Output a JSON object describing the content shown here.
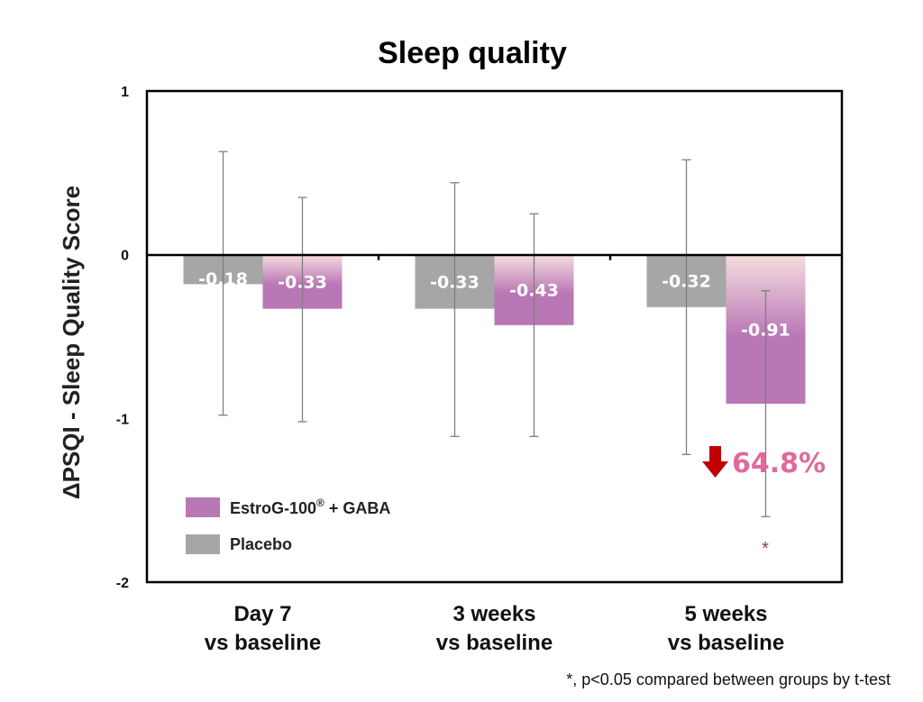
{
  "chart_data": {
    "type": "bar",
    "title": "Sleep quality",
    "ylabel": "ΔPSQI - Sleep Quality Score",
    "ylim": [
      -2,
      1
    ],
    "yticks": [
      "1",
      "0",
      "-1",
      "-2"
    ],
    "grid": false,
    "legend_position": "bottom-left",
    "categories": [
      [
        "Day 7",
        "vs baseline"
      ],
      [
        "3 weeks",
        "vs baseline"
      ],
      [
        "5 weeks",
        "vs baseline"
      ]
    ],
    "series": [
      {
        "name": "Placebo",
        "color": "#a6a6a6",
        "values": [
          -0.18,
          -0.33,
          -0.32
        ],
        "labels": [
          "-0.18",
          "-0.33",
          "-0.32"
        ],
        "error_low": [
          -0.98,
          -1.11,
          -1.22
        ],
        "error_high": [
          0.63,
          0.44,
          0.58
        ]
      },
      {
        "name": "EstroG-100",
        "name_sup": "®",
        "name_suffix": " + GABA",
        "color": "#b977b6",
        "color_top": "#f6dede",
        "values": [
          -0.33,
          -0.43,
          -0.91
        ],
        "labels": [
          "-0.33",
          "-0.43",
          "-0.91"
        ],
        "error_low": [
          -1.02,
          -1.11,
          -1.6
        ],
        "error_high": [
          0.35,
          0.25,
          -0.22
        ]
      }
    ],
    "annotations": {
      "reduction": "64.8%",
      "reduction_arrow_color": "#c00000",
      "significance_mark": "*"
    },
    "footnote": "*, p<0.05 compared between groups by t-test"
  }
}
